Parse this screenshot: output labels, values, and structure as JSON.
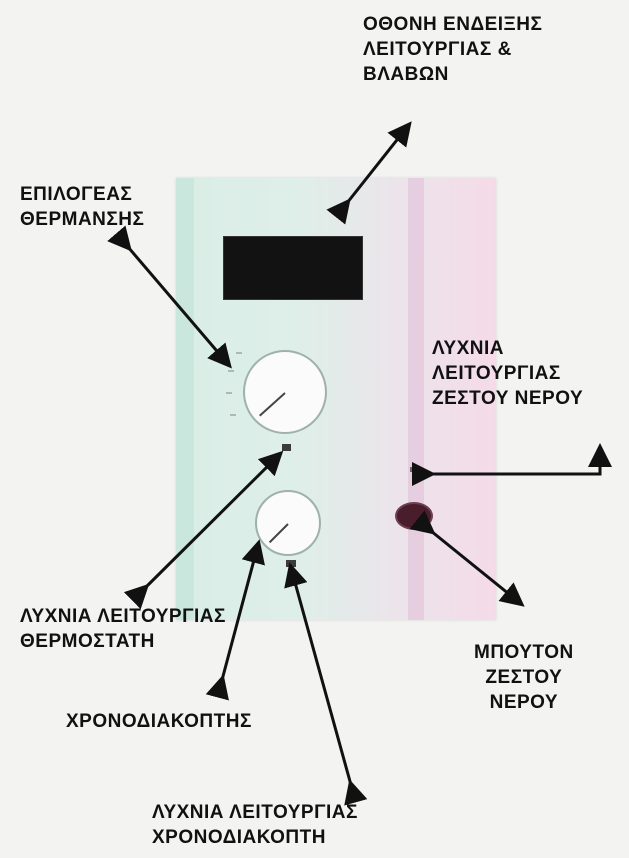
{
  "labels": {
    "display": [
      "ΟΘΟΝΗ ΕΝΔΕΙΞΗΣ",
      "ΛΕΙΤΟΥΡΓΙΑΣ &",
      "ΒΛΑΒΩΝ"
    ],
    "heating_selector": [
      "ΕΠΙΛΟΓΕΑΣ",
      "ΘΕΡΜΑΝΣΗΣ"
    ],
    "hot_water_lamp": [
      "ΛΥΧΝΙΑ",
      "ΛΕΙΤΟΥΡΓΙΑΣ",
      "ΖΕΣΤΟΥ ΝΕΡΟΥ"
    ],
    "thermostat_lamp": [
      "ΛΥΧΝΙΑ ΛΕΙΤΟΥΡΓΙΑΣ",
      "ΘΕΡΜΟΣΤΑΤΗ"
    ],
    "hot_water_button": [
      "ΜΠΟΥΤΟΝ",
      "ΖΕΣΤΟΥ",
      "ΝΕΡΟΥ"
    ],
    "timer": [
      "ΧΡΟΝΟΔΙΑΚΟΠΤΗΣ"
    ],
    "timer_lamp": [
      "ΛΥΧΝΙΑ ΛΕΙΤΟΥΡΓΙΑΣ",
      "ΧΡΟΝΟΔΙΑΚΟΠΤΗ"
    ]
  },
  "colors": {
    "text": "#111111",
    "arrow": "#111111",
    "screen": "#121212",
    "button": "#4a1d2c"
  }
}
